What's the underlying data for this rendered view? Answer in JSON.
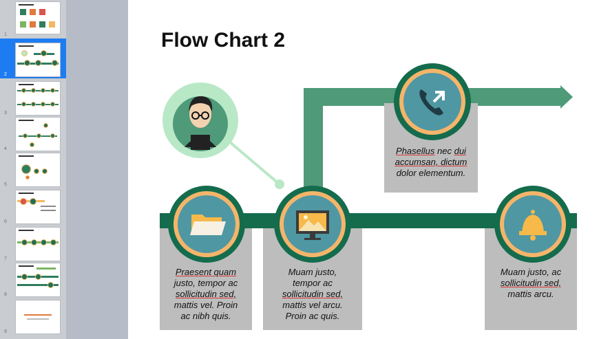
{
  "sidebar": {
    "slide_numbers": [
      "1",
      "2",
      "3",
      "4",
      "5",
      "6",
      "7",
      "8",
      "9"
    ],
    "selected_index": 2
  },
  "slide": {
    "title": "Flow Chart 2",
    "cards": {
      "top": [
        "Phasellus nec dui",
        "accumsan, dictum",
        "dolor elementum."
      ],
      "left": [
        "Praesent quam",
        "justo, tempor ac",
        "sollicitudin sed,",
        "mattis vel. Proin",
        "ac nibh quis."
      ],
      "middle": [
        "Muam justo,",
        "tempor ac",
        "sollicitudin sed,",
        "mattis vel arcu.",
        "Proin ac quis."
      ],
      "right": [
        "Muam justo, ac",
        "sollicitudin sed,",
        "mattis arcu."
      ]
    },
    "icons": [
      "person-avatar-icon",
      "phone-icon",
      "folder-icon",
      "monitor-image-icon",
      "bell-icon",
      "arrow-right-icon"
    ],
    "colors": {
      "dark_green": "#146c4d",
      "mid_green": "#4f9a78",
      "light_green": "#b9e8c7",
      "orange": "#f4b56a",
      "teal": "#4f97a3",
      "card_gray": "#bdbdbd"
    }
  }
}
